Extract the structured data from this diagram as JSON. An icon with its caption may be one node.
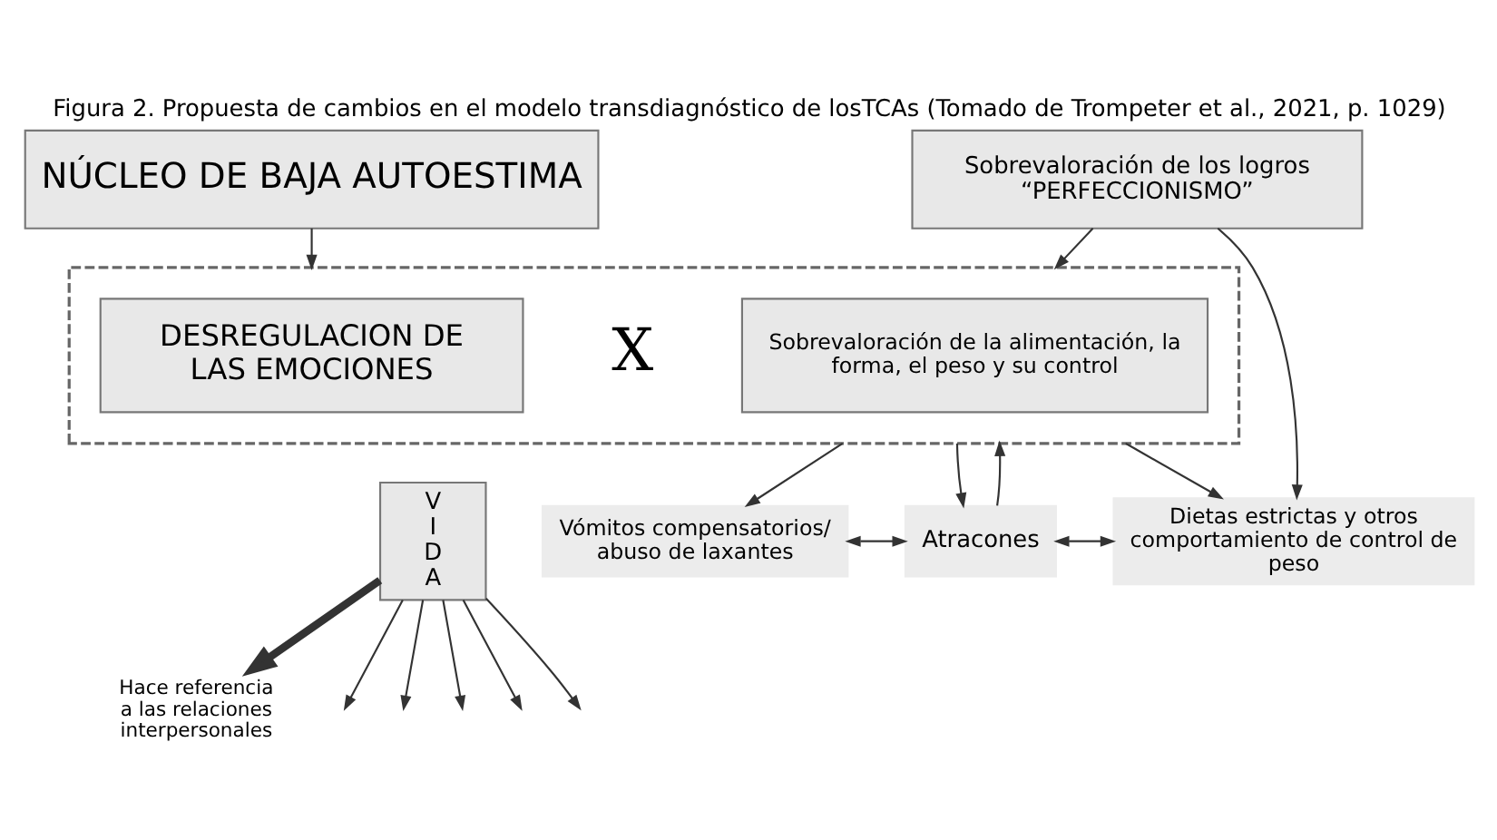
{
  "diagram": {
    "title": "Figura 2. Propuesta de cambios en el modelo transdiagnóstico de losTCAs (Tomado de Trompeter et al., 2021, p. 1029)",
    "nodes": [
      {
        "text": [
          "NÚCLEO DE BAJA AUTOESTIMA"
        ]
      },
      {
        "text": [
          "Sobrevaloración de los logros “PERFECCIONISMO”"
        ]
      },
      {
        "text": [],
        "shape": "box"
      },
      {
        "text": [
          "DESREGULACION DE LAS EMOCIONES"
        ],
        "in": 2
      },
      {
        "text": [
          "Sobrevaloración de la alimentación, la forma, el peso y su control"
        ],
        "in": 2
      },
      {
        "text": [
          "Vómitos compensatorios/ abuso de laxantes"
        ]
      },
      {
        "text": [
          "Atracones"
        ]
      },
      {
        "text": [
          "Dietas estrictas y otros comportamiento de control de peso"
        ]
      },
      {
        "text": [
          "V I D A"
        ]
      },
      {
        "text": [
          "Hace referencia a las relaciones interpersonales"
        ]
      }
    ],
    "edges": [
      {
        "from": 0,
        "to": 2,
        "arrow": "to"
      },
      {
        "from": 1,
        "to": 2,
        "arrow": "to"
      },
      {
        "from": 2,
        "to": 5,
        "arrow": "to"
      },
      {
        "from": 2,
        "to": 6,
        "arrow": "to"
      },
      {
        "from": 6,
        "to": 2,
        "arrow": "to"
      },
      {
        "from": 2,
        "to": 7,
        "arrow": "to"
      },
      {
        "from": 1,
        "to": 7,
        "arrow": "to"
      },
      {
        "from": 5,
        "to": 6,
        "arrow": "both"
      },
      {
        "from": 6,
        "to": 7,
        "arrow": "both"
      },
      {
        "from": 8,
        "to": null,
        "arrow": "to"
      },
      {
        "from": 8,
        "to": null,
        "arrow": "to"
      },
      {
        "from": 8,
        "to": null,
        "arrow": "to"
      },
      {
        "from": 8,
        "to": null,
        "arrow": "to"
      },
      {
        "from": 8,
        "to": null,
        "arrow": "to"
      },
      {
        "from": 8,
        "to": 9,
        "arrow": "to",
        "style": "thick"
      }
    ],
    "labels": [
      "X"
    ]
  }
}
